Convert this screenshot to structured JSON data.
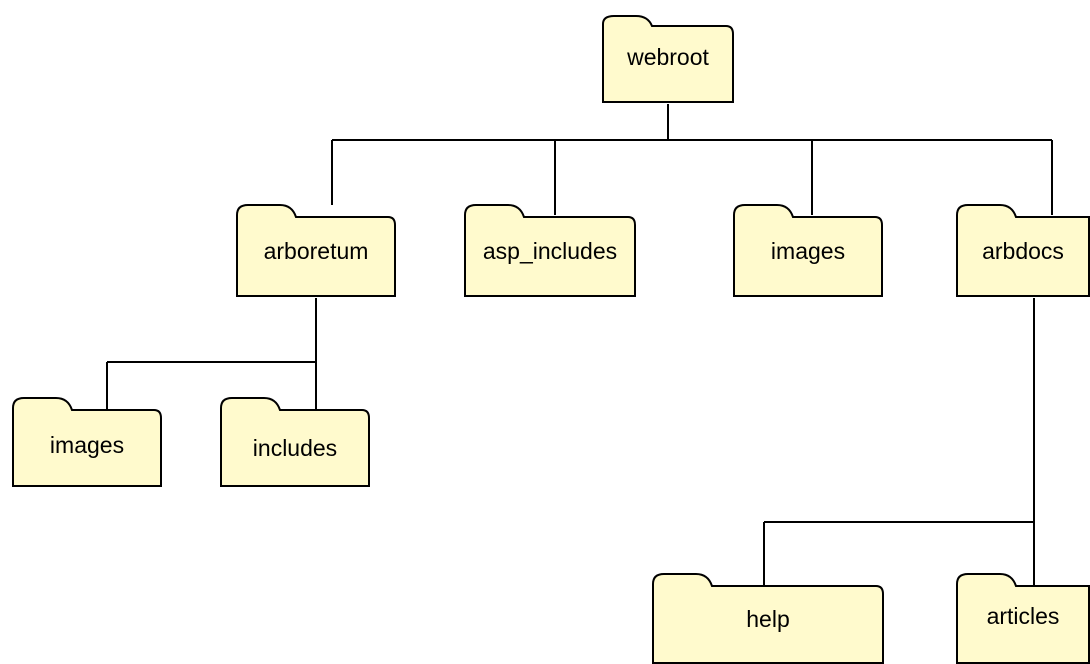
{
  "colors": {
    "folder_fill": "#FFFACD",
    "outline": "#000000",
    "connector": "#000000",
    "background": "#FFFFFF"
  },
  "icon": "folder-icon",
  "tree": {
    "root": {
      "label": "webroot"
    },
    "level1": [
      {
        "label": "arboretum"
      },
      {
        "label": "asp_includes"
      },
      {
        "label": "images"
      },
      {
        "label": "arbdocs"
      }
    ],
    "arboretum_children": [
      {
        "label": "images"
      },
      {
        "label": "includes"
      }
    ],
    "arbdocs_children": [
      {
        "label": "help"
      },
      {
        "label": "articles"
      }
    ]
  }
}
